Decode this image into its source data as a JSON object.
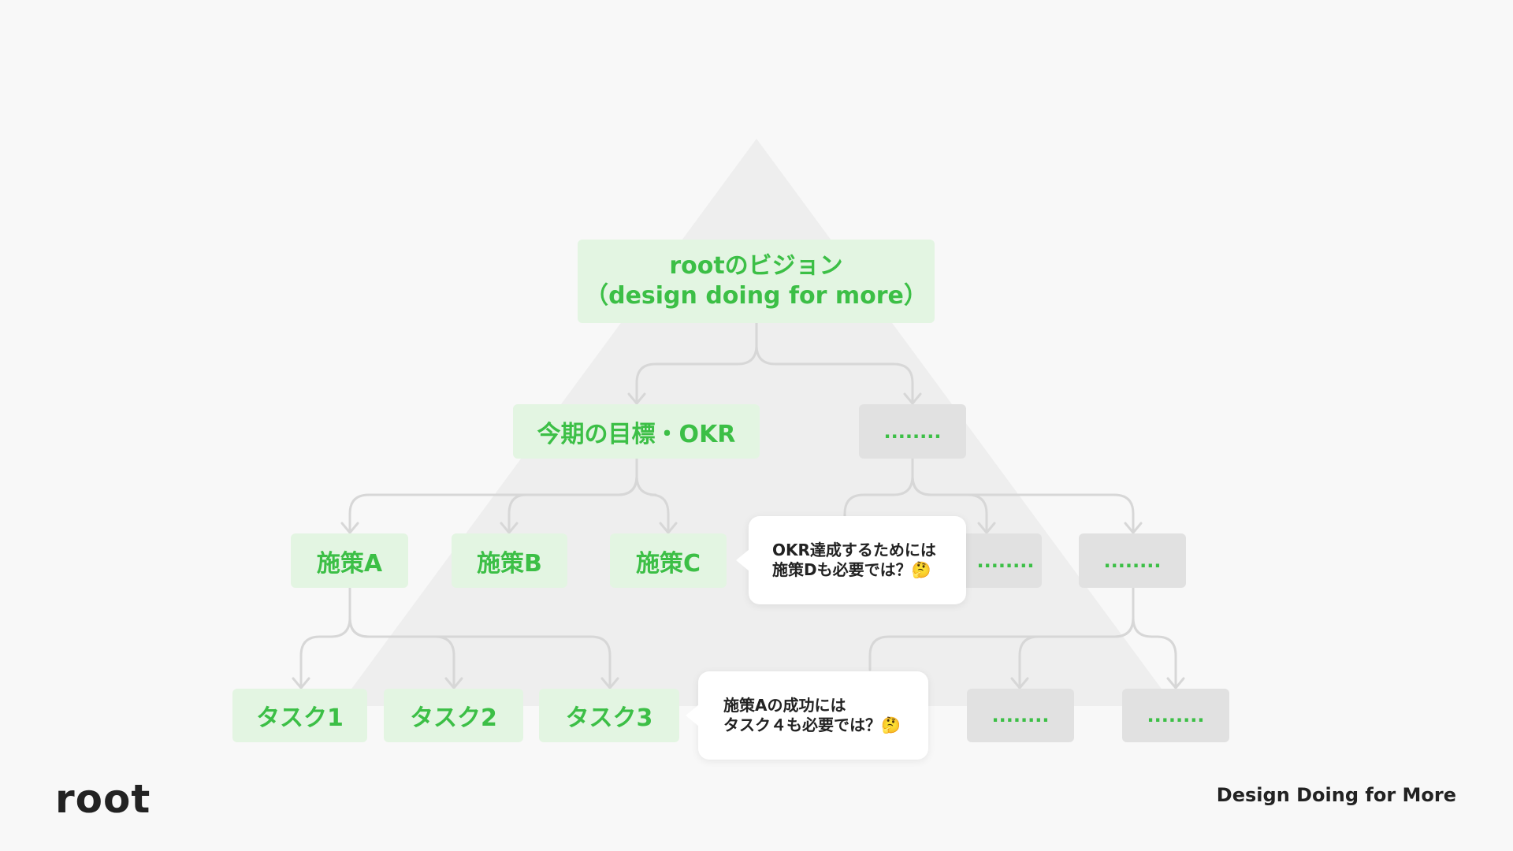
{
  "colors": {
    "accent": "#3cbf46",
    "node_green_bg": "#e3f5e2",
    "node_grey_bg": "#e1e1e1",
    "pyramid": "#eeeeee",
    "connector": "#d7d7d7"
  },
  "vision": {
    "line1": "rootのビジョン",
    "line2": "（design doing for more）"
  },
  "okr": {
    "label": "今期の目標・OKR"
  },
  "placeholder": "........",
  "measures": [
    "施策A",
    "施策B",
    "施策C"
  ],
  "tasks": [
    "タスク1",
    "タスク2",
    "タスク3"
  ],
  "bubble_okr": {
    "line1": "OKR達成するためには",
    "line2": "施策Dも必要では？🤔"
  },
  "bubble_task": {
    "line1": "施策Aの成功には",
    "line2": "タスク４も必要では？🤔"
  },
  "brand": {
    "logo_text": "root",
    "tagline": "Design Doing for More"
  }
}
